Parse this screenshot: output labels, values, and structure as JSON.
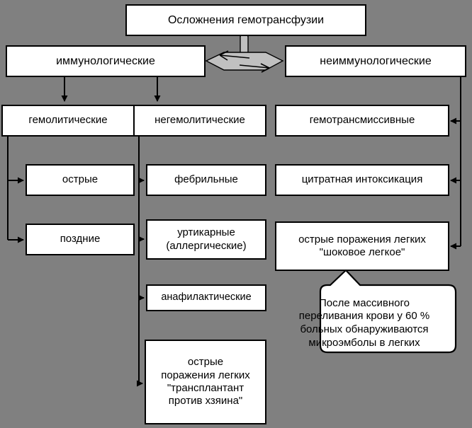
{
  "diagram": {
    "title": "Осложнения гемотрансфузии",
    "background_color": "#808080",
    "node_fill": "#ffffff",
    "node_stroke": "#000000",
    "connector_fill": "#c0c0c0",
    "nodes": {
      "root": "Осложнения гемотрансфузии",
      "immunological": "иммунологические",
      "nonimmunological": "неиммунологические",
      "hemolytic": "гемолитические",
      "nonhemolytic": "негемолитические",
      "hemotransmissive": "гемотрансмиссивные",
      "acute": "острые",
      "febrile": "фебрильные",
      "citrate_intoxication": "цитратная интоксикация",
      "late": "поздние",
      "urticarial": "уртикарные\n(аллергические)",
      "shock_lung": "острые поражения легких\n\"шоковое легкое\"",
      "anaphylactic": "анафилактические",
      "graft_vs_host": "острые\nпоражения легких\n\"трансплантант\nпротив хзяина\""
    },
    "callout": {
      "text": "После массивного\nпереливания крови у 60 %\nбольных обнаруживаются\nмикроэмболы в легких"
    }
  }
}
